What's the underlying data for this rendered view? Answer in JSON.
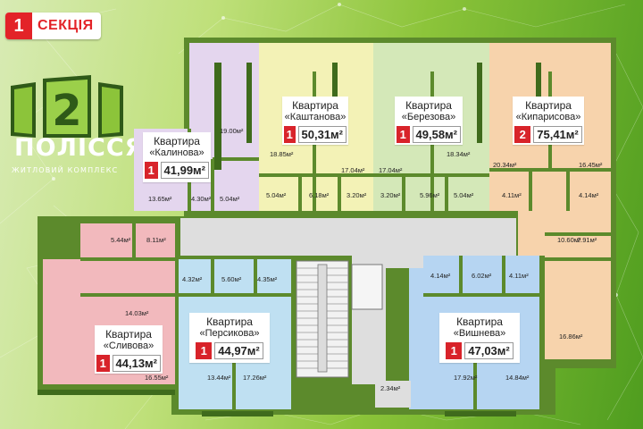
{
  "section": {
    "number": "1",
    "label": "СЕКЦІЯ"
  },
  "logo": {
    "name": "ПОЛІССЯ",
    "subtitle": "ЖИТЛОВИЙ КОМПЛЕКС"
  },
  "colors": {
    "kalynova": "#e4d6ee",
    "kashtanova": "#f3f2b6",
    "berezova": "#d4e8b8",
    "kyparysova": "#f7d3ac",
    "slyvova": "#f2b9bd",
    "persykova": "#bfe0f2",
    "vyshneva": "#b6d5f2",
    "corridor": "#dedede",
    "wall": "#5c8a2c",
    "badge_red": "#e32328"
  },
  "apartments": [
    {
      "id": "kalynova",
      "title": "Квартира",
      "name": "«Калинова»",
      "rooms": "1",
      "area": "41,99м²"
    },
    {
      "id": "kashtanova",
      "title": "Квартира",
      "name": "«Каштанова»",
      "rooms": "1",
      "area": "50,31м²"
    },
    {
      "id": "berezova",
      "title": "Квартира",
      "name": "«Березова»",
      "rooms": "1",
      "area": "49,58м²"
    },
    {
      "id": "kyparysova",
      "title": "Квартира",
      "name": "«Кипарисова»",
      "rooms": "2",
      "area": "75,41м²"
    },
    {
      "id": "slyvova",
      "title": "Квартира",
      "name": "«Сливова»",
      "rooms": "1",
      "area": "44,13м²"
    },
    {
      "id": "persykova",
      "title": "Квартира",
      "name": "«Персикова»",
      "rooms": "1",
      "area": "44,97м²"
    },
    {
      "id": "vyshneva",
      "title": "Квартира",
      "name": "«Вишнева»",
      "rooms": "1",
      "area": "47,03м²"
    }
  ],
  "rooms": [
    "19.00м²",
    "13.65м²",
    "4.30м²",
    "5.04м²",
    "18.85м²",
    "17.04м²",
    "5.04м²",
    "6.18м²",
    "3.20м²",
    "17.04м²",
    "18.34м²",
    "3.20м²",
    "5.96м²",
    "5.04м²",
    "20.34м²",
    "16.45м²",
    "4.11м²",
    "4.14м²",
    "10.60м²",
    "2.91м²",
    "16.86м²",
    "5.44м²",
    "8.11м²",
    "14.03м²",
    "16.55м²",
    "4.32м²",
    "5.60м²",
    "4.35м²",
    "13.44м²",
    "17.26м²",
    "4.14м²",
    "6.02м²",
    "4.11м²",
    "17.92м²",
    "14.84м²",
    "2.34м²"
  ]
}
